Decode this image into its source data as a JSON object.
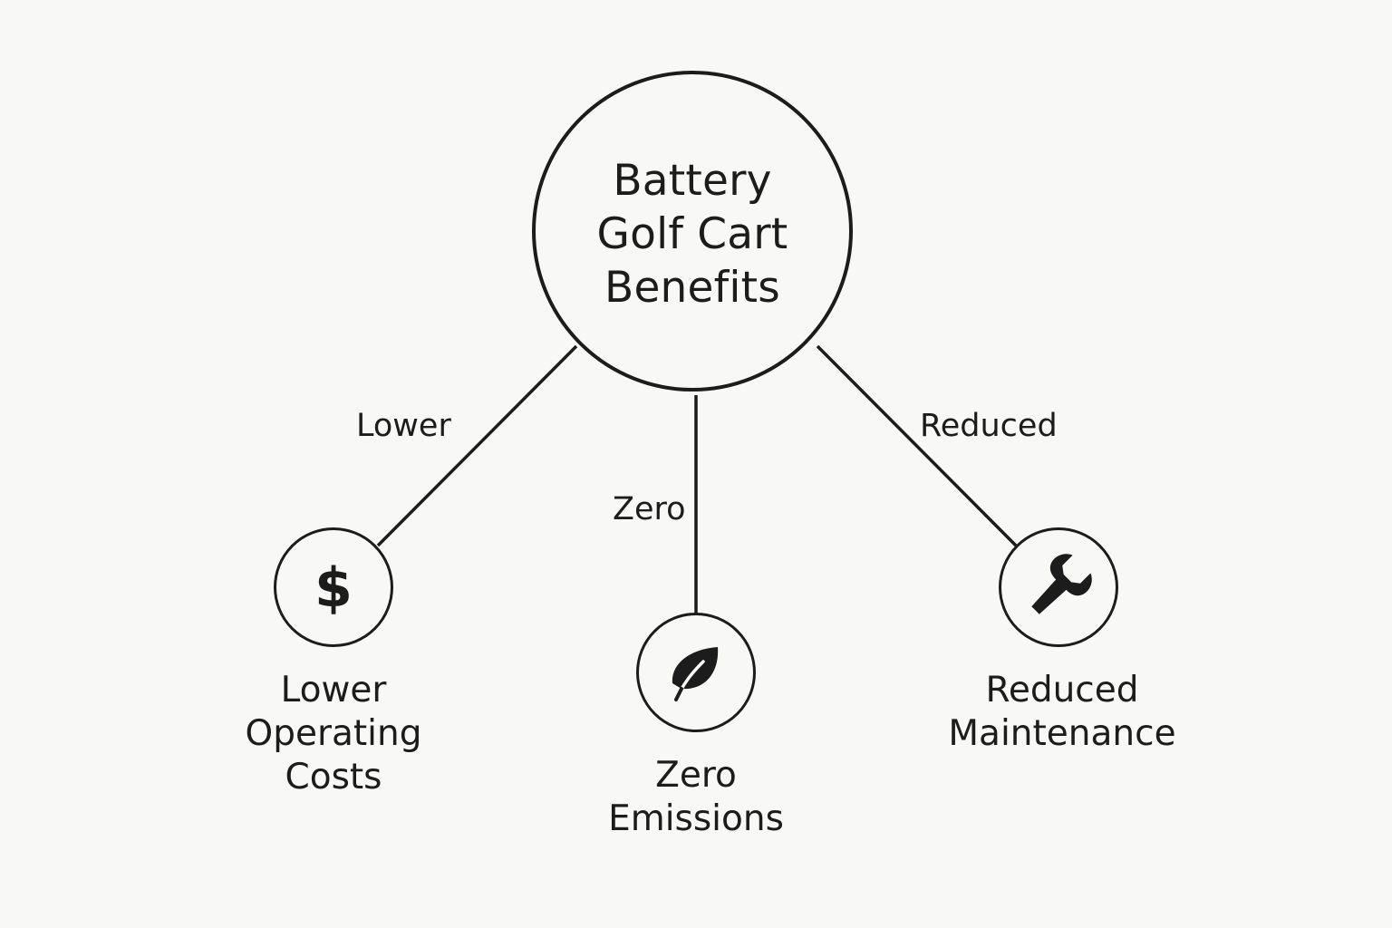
{
  "center": {
    "lines": [
      "Battery",
      "Golf Cart",
      "Benefits"
    ]
  },
  "branches": [
    {
      "edge_label": "Lower",
      "icon": "dollar-sign-icon",
      "label_lines": [
        "Lower",
        "Operating",
        "Costs"
      ]
    },
    {
      "edge_label": "Zero",
      "icon": "leaf-icon",
      "label_lines": [
        "Zero",
        "Emissions"
      ]
    },
    {
      "edge_label": "Reduced",
      "icon": "wrench-icon",
      "label_lines": [
        "Reduced",
        "Maintenance"
      ]
    }
  ],
  "icons": {
    "dollar_glyph": "$"
  },
  "colors": {
    "background": "#f8f8f6",
    "ink": "#1c1c1c"
  }
}
